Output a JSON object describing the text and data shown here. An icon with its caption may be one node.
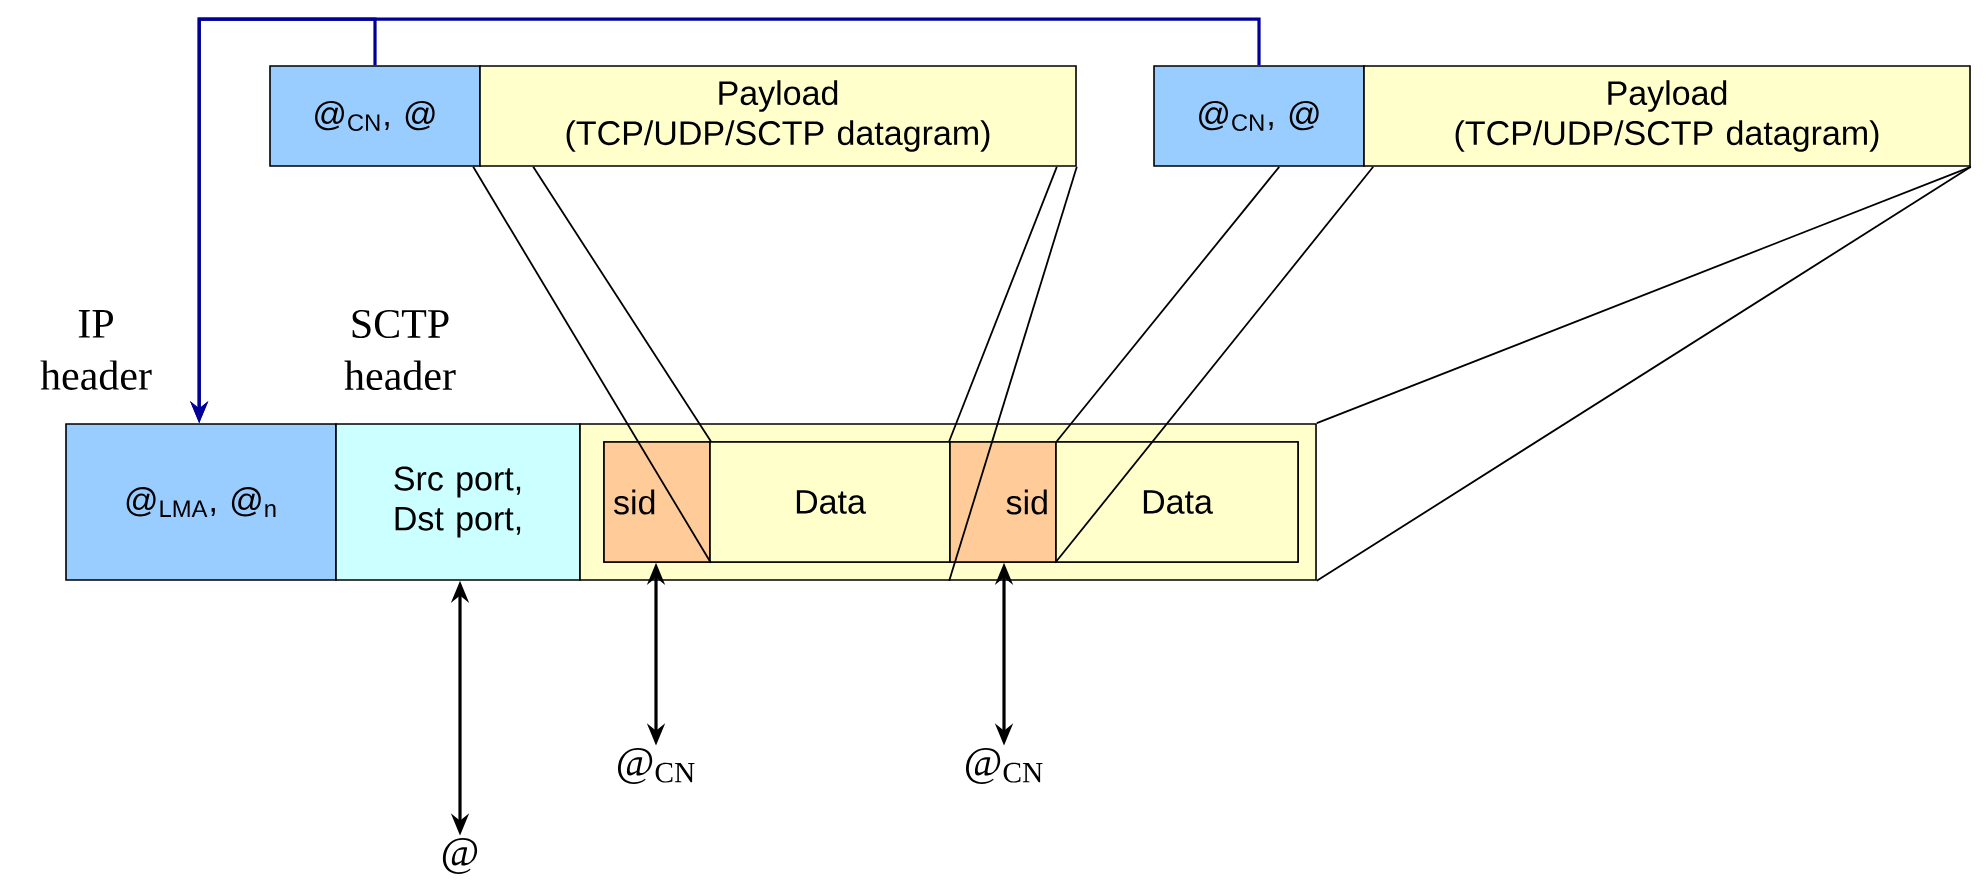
{
  "diagram": {
    "nodes": [
      {
        "text": [
          "@$_{CN}$, @"
        ]
      },
      {
        "text": [
          "Payload",
          "(TCP/UDP/SCTP datagram)"
        ]
      },
      {
        "text": [
          "@$_{CN}$, @"
        ]
      },
      {
        "text": [
          "Payload",
          "(TCP/UDP/SCTP datagram)"
        ]
      },
      {
        "text": [
          "@$_{LMA}$, @$_{n}$"
        ],
        "beside": [
          "IP header"
        ]
      },
      {
        "text": [
          "Src port, Dst port,"
        ],
        "beside": [
          "SCTP header"
        ]
      },
      {
        "text": [],
        "shape": "box"
      },
      {
        "text": [],
        "shape": "box",
        "in": 6
      },
      {
        "text": [
          "sid"
        ],
        "in": 7
      },
      {
        "text": [
          "Data"
        ],
        "in": 7
      },
      {
        "text": [
          "sid"
        ],
        "in": 7
      },
      {
        "text": [
          "Data"
        ],
        "in": 7
      },
      {
        "text": [
          "@"
        ]
      },
      {
        "text": [
          "@$_{CN}$"
        ]
      },
      {
        "text": [
          "@$_{CN}$"
        ]
      }
    ],
    "edges": [
      {
        "from": 0,
        "to": 4,
        "arrow": "to",
        "color": "#000099"
      },
      {
        "from": 2,
        "to": 4,
        "arrow": "to",
        "color": "#000099"
      },
      {
        "from": 5,
        "to": 12,
        "arrow": "both"
      },
      {
        "from": 8,
        "to": 13,
        "arrow": "both"
      },
      {
        "from": 10,
        "to": 14,
        "arrow": "both"
      },
      {
        "from": 1,
        "to": 8,
        "arrow": "none"
      },
      {
        "from": 1,
        "to": 8,
        "arrow": "none"
      },
      {
        "from": 1,
        "to": 10,
        "arrow": "none"
      },
      {
        "from": 1,
        "to": 10,
        "arrow": "none"
      },
      {
        "from": 2,
        "to": 10,
        "arrow": "none"
      },
      {
        "from": 3,
        "to": 11,
        "arrow": "none"
      },
      {
        "from": 3,
        "to": 6,
        "arrow": "none"
      },
      {
        "from": 3,
        "to": 6,
        "arrow": "none"
      }
    ]
  }
}
